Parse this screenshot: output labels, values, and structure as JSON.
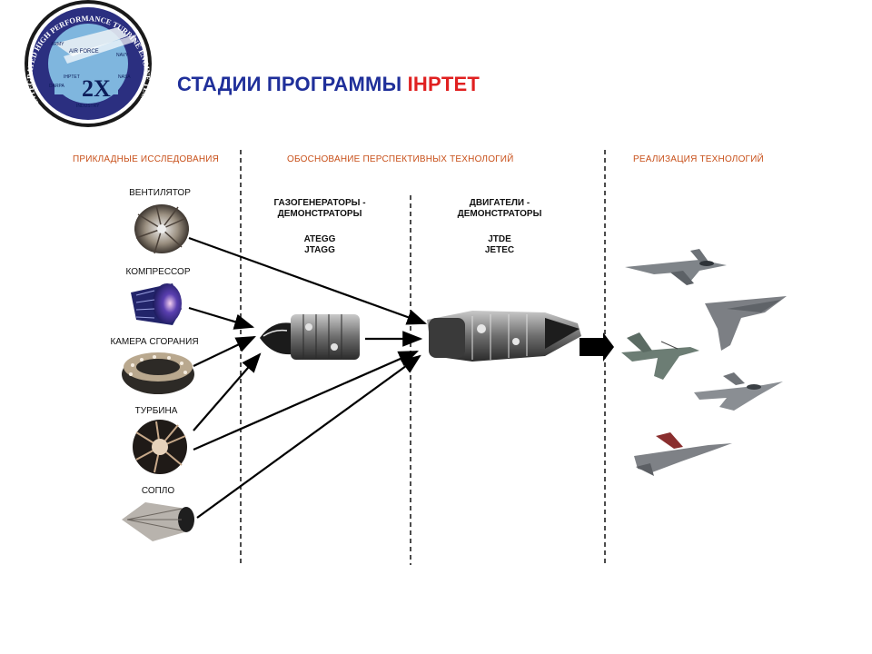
{
  "logo": {
    "ring_text": "INTEGRATED HIGH PERFORMANCE TURBINE ENGINE TECHNOLOGY",
    "mark": "2X",
    "inner_labels": [
      "ARMY",
      "AIR FORCE",
      "NAVY",
      "NASA",
      "DARPA",
      "IHPTET",
      "INDUSTRY"
    ]
  },
  "title": {
    "main": "СТАДИИ ПРОГРАММЫ",
    "accent": "IHPTET"
  },
  "columns": {
    "applied": "ПРИКЛАДНЫЕ ИССЛЕДОВАНИЯ",
    "justification": "ОБОСНОВАНИЕ  ПЕРСПЕКТИВНЫХ ТЕХНОЛОГИЙ",
    "implementation": "РЕАЛИЗАЦИЯ ТЕХНОЛОГИЙ"
  },
  "gas_generators": {
    "heading_line1": "ГАЗОГЕНЕРАТОРЫ -",
    "heading_line2": "ДЕМОНСТРАТОРЫ",
    "prog1": "ATEGG",
    "prog2": "JTAGG"
  },
  "engines": {
    "heading_line1": "ДВИГАТЕЛИ -",
    "heading_line2": "ДЕМОНСТРАТОРЫ",
    "prog1": "JTDE",
    "prog2": "JETEC"
  },
  "components": [
    {
      "label": "ВЕНТИЛЯТОР",
      "icon": "fan-icon"
    },
    {
      "label": "КОМПРЕССОР",
      "icon": "compressor-icon"
    },
    {
      "label": "КАМЕРА СГОРАНИЯ",
      "icon": "combustor-icon"
    },
    {
      "label": "ТУРБИНА",
      "icon": "turbine-icon"
    },
    {
      "label": "СОПЛО",
      "icon": "nozzle-icon"
    }
  ],
  "colors": {
    "title": "#1f2f9a",
    "accent": "#e02020",
    "column_heading": "#c8501a"
  }
}
